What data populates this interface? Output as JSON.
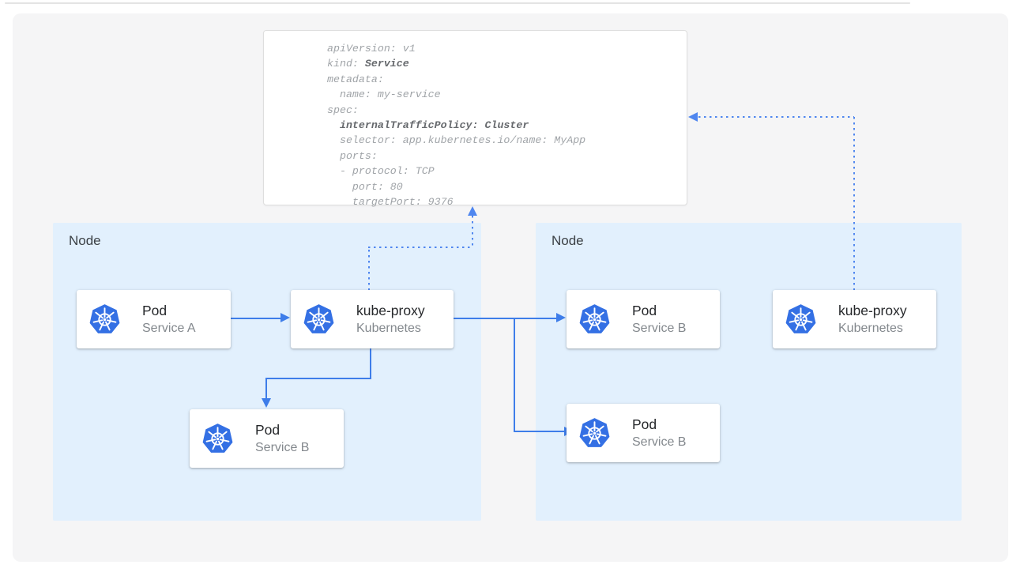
{
  "yaml_card": {
    "lines": [
      {
        "segments": [
          {
            "text": "apiVersion: v1",
            "bold": false
          }
        ]
      },
      {
        "segments": [
          {
            "text": "kind: ",
            "bold": false
          },
          {
            "text": "Service",
            "bold": true
          }
        ]
      },
      {
        "segments": [
          {
            "text": "metadata:",
            "bold": false
          }
        ]
      },
      {
        "segments": [
          {
            "text": "  name: my-service",
            "bold": false
          }
        ]
      },
      {
        "segments": [
          {
            "text": "spec:",
            "bold": false
          }
        ]
      },
      {
        "segments": [
          {
            "text": "  ",
            "bold": false
          },
          {
            "text": "internalTrafficPolicy: Cluster",
            "bold": true
          }
        ]
      },
      {
        "segments": [
          {
            "text": "  selector: app.kubernetes.io/name: MyApp",
            "bold": false
          }
        ]
      },
      {
        "segments": [
          {
            "text": "  ports:",
            "bold": false
          }
        ]
      },
      {
        "segments": [
          {
            "text": "  - protocol: TCP",
            "bold": false
          }
        ]
      },
      {
        "segments": [
          {
            "text": "    port: 80",
            "bold": false
          }
        ]
      },
      {
        "segments": [
          {
            "text": "    targetPort: 9376",
            "bold": false
          }
        ]
      }
    ]
  },
  "nodes": [
    {
      "label": "Node",
      "cards": [
        {
          "title": "Pod",
          "subtitle": "Service A",
          "icon": "kubernetes-icon"
        },
        {
          "title": "kube-proxy",
          "subtitle": "Kubernetes",
          "icon": "kubernetes-icon"
        },
        {
          "title": "Pod",
          "subtitle": "Service B",
          "icon": "kubernetes-icon"
        }
      ]
    },
    {
      "label": "Node",
      "cards": [
        {
          "title": "Pod",
          "subtitle": "Service B",
          "icon": "kubernetes-icon"
        },
        {
          "title": "Pod",
          "subtitle": "Service B",
          "icon": "kubernetes-icon"
        },
        {
          "title": "kube-proxy",
          "subtitle": "Kubernetes",
          "icon": "kubernetes-icon"
        }
      ]
    }
  ],
  "colors": {
    "canvas_fill": "#f5f5f6",
    "node_fill": "#e2f0fd",
    "arrow_solid": "#3e7de9",
    "arrow_dotted": "#4f86ef",
    "kubernetes_blue": "#3470e4",
    "yaml_text": "#a0a4a8",
    "yaml_bold": "#66696d"
  }
}
